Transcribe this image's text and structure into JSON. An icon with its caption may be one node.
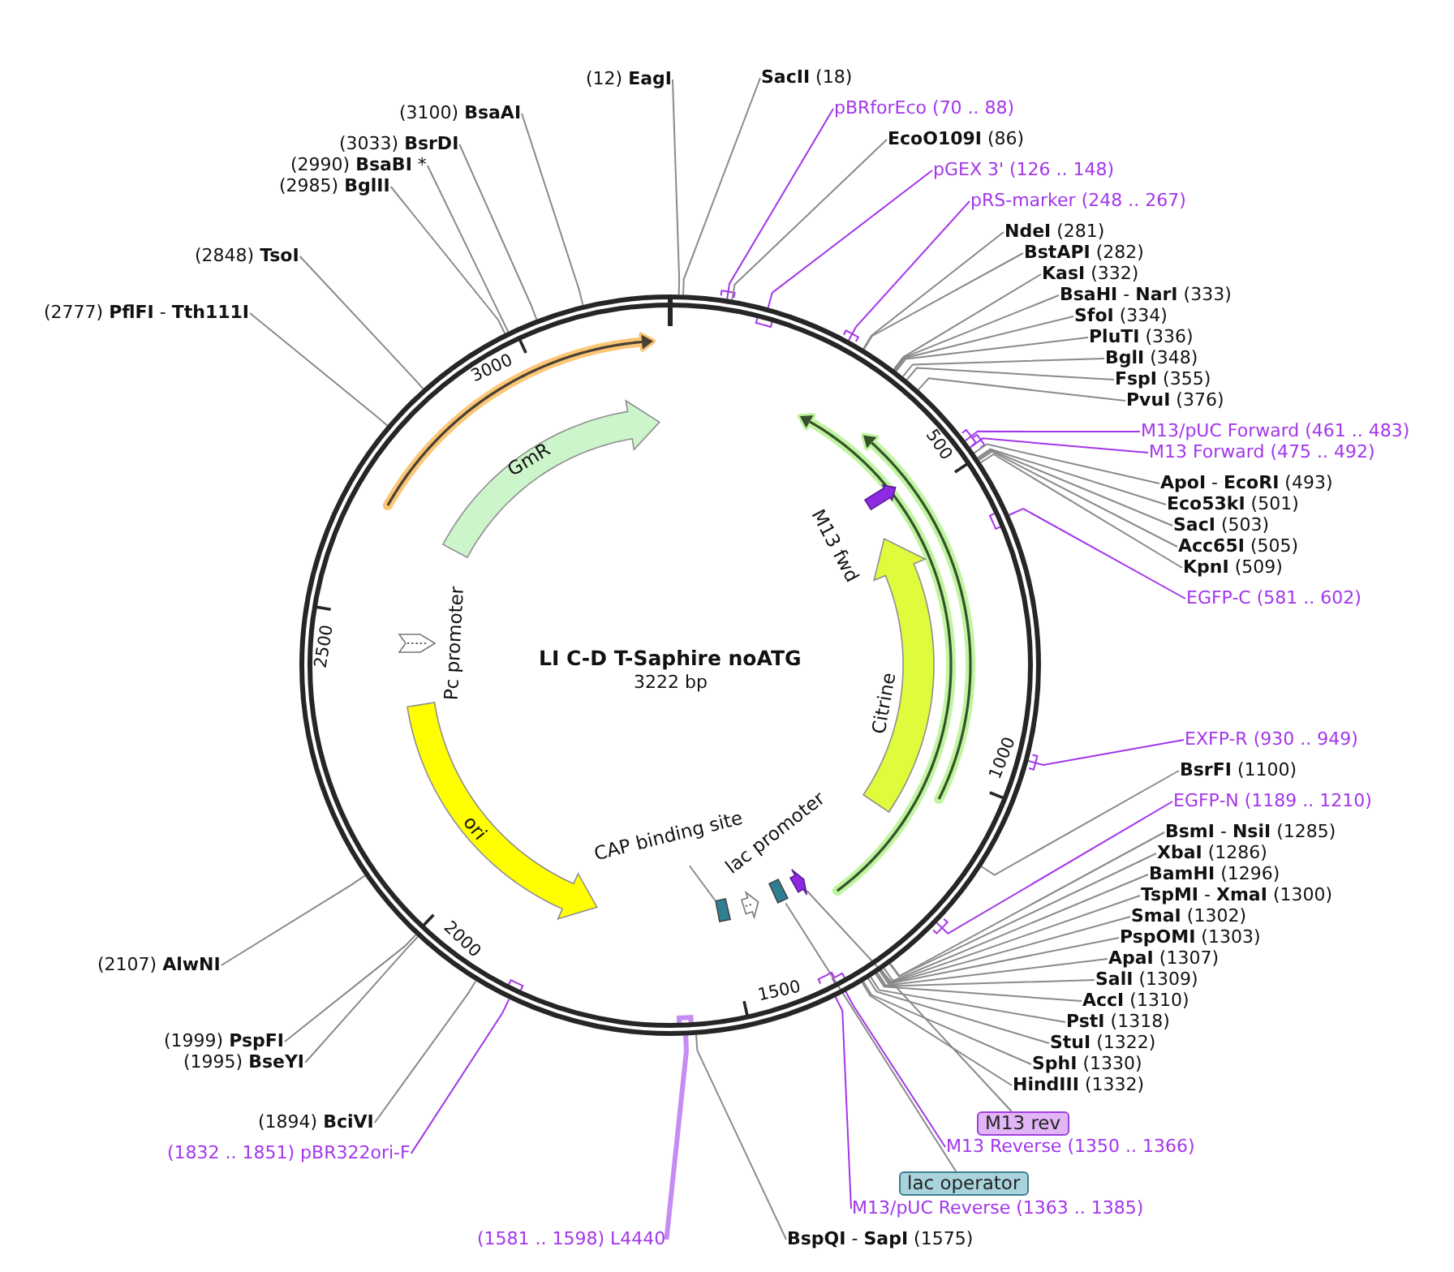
{
  "diagram": {
    "title": "LI C-D T-Saphire noATG",
    "nodes": [
      {
        "text": [
          "(12) **EagI**"
        ]
      },
      {
        "text": [
          "**SacII** (18)"
        ]
      },
      {
        "text": [
          "pBRforEco (70 .. 88)"
        ]
      },
      {
        "text": [
          "**EcoO109I** (86)"
        ]
      },
      {
        "text": [
          "pGEX 3' (126 .. 148)"
        ]
      },
      {
        "text": [
          "pRS-marker (248 .. 267)"
        ]
      },
      {
        "text": [
          "**NdeI** (281)"
        ]
      },
      {
        "text": [
          "**BstAPI** (282)"
        ]
      },
      {
        "text": [
          "**KasI** (332)"
        ]
      },
      {
        "text": [
          "**BsaHI** - **NarI** (333)"
        ]
      },
      {
        "text": [
          "**SfoI** (334)"
        ]
      },
      {
        "text": [
          "**PluTI** (336)"
        ]
      },
      {
        "text": [
          "**BglI** (348)"
        ]
      },
      {
        "text": [
          "**FspI** (355)"
        ]
      },
      {
        "text": [
          "**PvuI** (376)"
        ]
      },
      {
        "text": [
          "M13/pUC Forward (461 .. 483)"
        ]
      },
      {
        "text": [
          "M13 Forward (475 .. 492)"
        ]
      },
      {
        "text": [
          "**ApoI** - **EcoRI** (493)"
        ]
      },
      {
        "text": [
          "**Eco53kI** (501)"
        ]
      },
      {
        "text": [
          "**SacI** (503)"
        ]
      },
      {
        "text": [
          "**Acc65I** (505)"
        ]
      },
      {
        "text": [
          "**KpnI** (509)"
        ]
      },
      {
        "text": [
          "EGFP-C (581 .. 602)"
        ]
      },
      {
        "text": [
          "EXFP-R (930 .. 949)"
        ]
      },
      {
        "text": [
          "**BsrFI** (1100)"
        ]
      },
      {
        "text": [
          "EGFP-N (1189 .. 1210)"
        ]
      },
      {
        "text": [
          "**BsmI** - **NsiI** (1285)"
        ]
      },
      {
        "text": [
          "**XbaI** (1286)"
        ]
      },
      {
        "text": [
          "**BamHI** (1296)"
        ]
      },
      {
        "text": [
          "**TspMI** - **XmaI** (1300)"
        ]
      },
      {
        "text": [
          "**SmaI** (1302)"
        ]
      },
      {
        "text": [
          "**PspOMI** (1303)"
        ]
      },
      {
        "text": [
          "**ApaI** (1307)"
        ]
      },
      {
        "text": [
          "**SalI** (1309)"
        ]
      },
      {
        "text": [
          "**AccI** (1310)"
        ]
      },
      {
        "text": [
          "**PstI** (1318)"
        ]
      },
      {
        "text": [
          "**StuI** (1322)"
        ]
      },
      {
        "text": [
          "**SphI** (1330)"
        ]
      },
      {
        "text": [
          "**HindIII** (1332)"
        ]
      },
      {
        "text": [
          "M13 rev"
        ]
      },
      {
        "text": [
          "M13 Reverse (1350 .. 1366)"
        ]
      },
      {
        "text": [
          "lac operator"
        ]
      },
      {
        "text": [
          "M13/pUC Reverse (1363 .. 1385)"
        ]
      },
      {
        "text": [
          "**BspQI** - **SapI** (1575)"
        ]
      },
      {
        "text": [
          "(1581 .. 1598) L4440"
        ]
      },
      {
        "text": [
          "(1832 .. 1851) pBR322ori-F"
        ]
      },
      {
        "text": [
          "(1894) **BciVI**"
        ]
      },
      {
        "text": [
          "(1995) **BseYI**"
        ]
      },
      {
        "text": [
          "(1999) **PspFI**"
        ]
      },
      {
        "text": [
          "(2107) **AlwNI**"
        ]
      },
      {
        "text": [
          "(2777) **PflFI** - **Tth111I**"
        ]
      },
      {
        "text": [
          "(2848) **TsoI**"
        ]
      },
      {
        "text": [
          "(2985) **BglII**"
        ]
      },
      {
        "text": [
          "(2990) **BsaBI** *"
        ]
      },
      {
        "text": [
          "(3033) **BsrDI**"
        ]
      },
      {
        "text": [
          "(3100) **BsaAI**"
        ]
      },
      {
        "text": [],
        "shape": "circle"
      },
      {
        "text": [
          "GmR"
        ],
        "in": 56
      },
      {
        "text": [],
        "shape": "arrow",
        "beside": [
          "Pc promoter"
        ],
        "in": 56
      },
      {
        "text": [
          "ori"
        ],
        "in": 56
      },
      {
        "text": [],
        "shape": "arrow",
        "beside": [
          "M13 fwd"
        ],
        "in": 56
      },
      {
        "text": [],
        "shape": "arrow",
        "beside": [
          "Citrine"
        ],
        "in": 56
      },
      {
        "text": [
          "CAP binding site"
        ],
        "in": 56
      },
      {
        "text": [],
        "shape": "box",
        "in": 56
      },
      {
        "text": [
          "lac promoter"
        ],
        "in": 56
      },
      {
        "text": [],
        "shape": "box",
        "in": 56
      },
      {
        "text": [],
        "shape": "arrow",
        "in": 56
      }
    ],
    "edges": [
      {
        "from": 0,
        "to": 56,
        "arrow": "none"
      },
      {
        "from": 1,
        "to": 56,
        "arrow": "none"
      },
      {
        "from": 2,
        "to": 56,
        "arrow": "none",
        "color": "#a336ea"
      },
      {
        "from": 3,
        "to": 56,
        "arrow": "none"
      },
      {
        "from": 4,
        "to": 56,
        "arrow": "none",
        "color": "#a336ea"
      },
      {
        "from": 5,
        "to": 56,
        "arrow": "none",
        "color": "#a336ea"
      },
      {
        "from": 6,
        "to": 56,
        "arrow": "none"
      },
      {
        "from": 7,
        "to": 56,
        "arrow": "none"
      },
      {
        "from": 8,
        "to": 56,
        "arrow": "none"
      },
      {
        "from": 9,
        "to": 56,
        "arrow": "none"
      },
      {
        "from": 10,
        "to": 56,
        "arrow": "none"
      },
      {
        "from": 11,
        "to": 56,
        "arrow": "none"
      },
      {
        "from": 12,
        "to": 56,
        "arrow": "none"
      },
      {
        "from": 13,
        "to": 56,
        "arrow": "none"
      },
      {
        "from": 14,
        "to": 56,
        "arrow": "none"
      },
      {
        "from": 15,
        "to": 56,
        "arrow": "none",
        "color": "#a336ea"
      },
      {
        "from": 16,
        "to": 56,
        "arrow": "none",
        "color": "#a336ea"
      },
      {
        "from": 17,
        "to": 56,
        "arrow": "none"
      },
      {
        "from": 18,
        "to": 56,
        "arrow": "none"
      },
      {
        "from": 19,
        "to": 56,
        "arrow": "none"
      },
      {
        "from": 20,
        "to": 56,
        "arrow": "none"
      },
      {
        "from": 21,
        "to": 56,
        "arrow": "none"
      },
      {
        "from": 22,
        "to": 56,
        "arrow": "none",
        "color": "#a336ea"
      },
      {
        "from": 23,
        "to": 56,
        "arrow": "none",
        "color": "#a336ea"
      },
      {
        "from": 24,
        "to": 56,
        "arrow": "none"
      },
      {
        "from": 25,
        "to": 56,
        "arrow": "none",
        "color": "#a336ea"
      },
      {
        "from": 26,
        "to": 56,
        "arrow": "none"
      },
      {
        "from": 27,
        "to": 56,
        "arrow": "none"
      },
      {
        "from": 28,
        "to": 56,
        "arrow": "none"
      },
      {
        "from": 29,
        "to": 56,
        "arrow": "none"
      },
      {
        "from": 30,
        "to": 56,
        "arrow": "none"
      },
      {
        "from": 31,
        "to": 56,
        "arrow": "none"
      },
      {
        "from": 32,
        "to": 56,
        "arrow": "none"
      },
      {
        "from": 33,
        "to": 56,
        "arrow": "none"
      },
      {
        "from": 34,
        "to": 56,
        "arrow": "none"
      },
      {
        "from": 35,
        "to": 56,
        "arrow": "none"
      },
      {
        "from": 36,
        "to": 56,
        "arrow": "none"
      },
      {
        "from": 37,
        "to": 56,
        "arrow": "none"
      },
      {
        "from": 38,
        "to": 56,
        "arrow": "none"
      },
      {
        "from": 39,
        "to": 66,
        "arrow": "none"
      },
      {
        "from": 40,
        "to": 56,
        "arrow": "none",
        "color": "#a336ea"
      },
      {
        "from": 41,
        "to": 65,
        "arrow": "none"
      },
      {
        "from": 42,
        "to": 56,
        "arrow": "none",
        "color": "#a336ea"
      },
      {
        "from": 43,
        "to": 56,
        "arrow": "none"
      },
      {
        "from": 44,
        "to": 56,
        "arrow": "none",
        "color": "#c68cf3",
        "style": "thick"
      },
      {
        "from": 45,
        "to": 56,
        "arrow": "none",
        "color": "#a336ea"
      },
      {
        "from": 46,
        "to": 56,
        "arrow": "none"
      },
      {
        "from": 47,
        "to": 56,
        "arrow": "none"
      },
      {
        "from": 48,
        "to": 56,
        "arrow": "none"
      },
      {
        "from": 49,
        "to": 56,
        "arrow": "none"
      },
      {
        "from": 50,
        "to": 56,
        "arrow": "none"
      },
      {
        "from": 51,
        "to": 56,
        "arrow": "none"
      },
      {
        "from": 52,
        "to": 56,
        "arrow": "none"
      },
      {
        "from": 53,
        "to": 56,
        "arrow": "none"
      },
      {
        "from": 54,
        "to": 56,
        "arrow": "none"
      },
      {
        "from": 55,
        "to": 56,
        "arrow": "none"
      },
      {
        "from": 62,
        "to": 63,
        "arrow": "none"
      }
    ],
    "labels": [
      "3222 bp",
      "500",
      "1000",
      "1500",
      "2000",
      "2500",
      "3000"
    ]
  }
}
